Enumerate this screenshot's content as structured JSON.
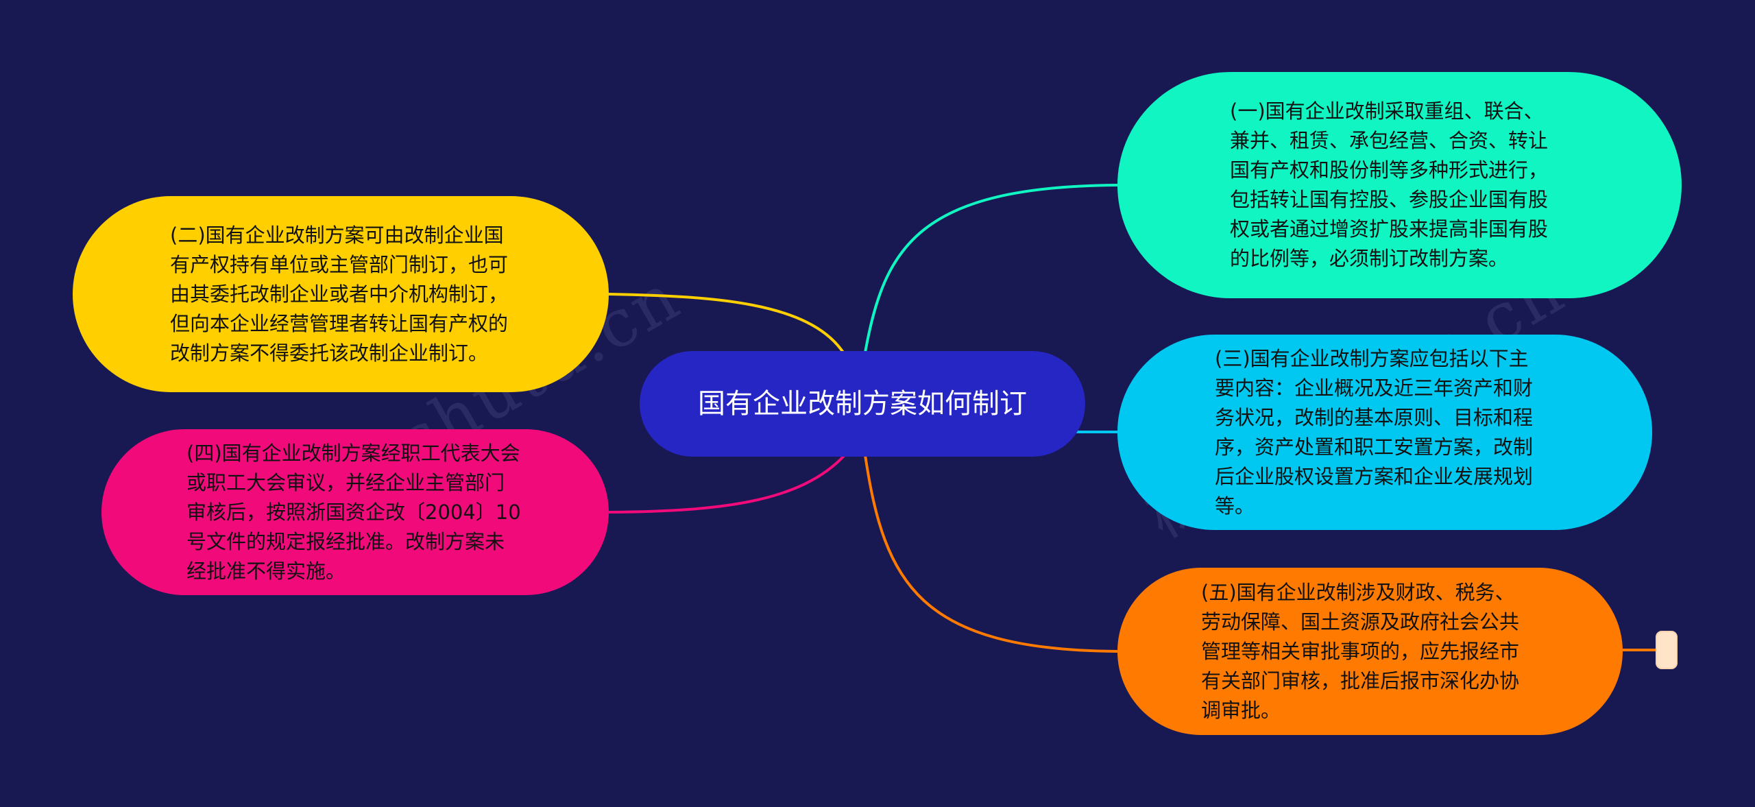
{
  "title": "国有企业改制方案如何制订",
  "watermark": "树图 shutu.cn",
  "colors": {
    "background": "#181853",
    "center": "#2626c4",
    "node1": "#11f5c2",
    "node2": "#ffcf00",
    "node3": "#00c8f0",
    "node4": "#f00a7a",
    "node5": "#ff7a00",
    "toggle": "#ffe4c8"
  },
  "nodes": {
    "n1": "(一)国有企业改制采取重组、联合、兼并、租赁、承包经营、合资、转让国有产权和股份制等多种形式进行，包括转让国有控股、参股企业国有股权或者通过增资扩股来提高非国有股的比例等，必须制订改制方案。",
    "n2": "(二)国有企业改制方案可由改制企业国有产权持有单位或主管部门制订，也可由其委托改制企业或者中介机构制订，但向本企业经营管理者转让国有产权的改制方案不得委托该改制企业制订。",
    "n3": "(三)国有企业改制方案应包括以下主要内容：企业概况及近三年资产和财务状况，改制的基本原则、目标和程序，资产处置和职工安置方案，改制后企业股权设置方案和企业发展规划等。",
    "n4": "(四)国有企业改制方案经职工代表大会或职工大会审议，并经企业主管部门审核后，按照浙国资企改〔2004〕10号文件的规定报经批准。改制方案未经批准不得实施。",
    "n5": "(五)国有企业改制涉及财政、税务、劳动保障、国土资源及政府社会公共管理等相关审批事项的，应先报经市有关部门审核，批准后报市深化办协调审批。"
  }
}
